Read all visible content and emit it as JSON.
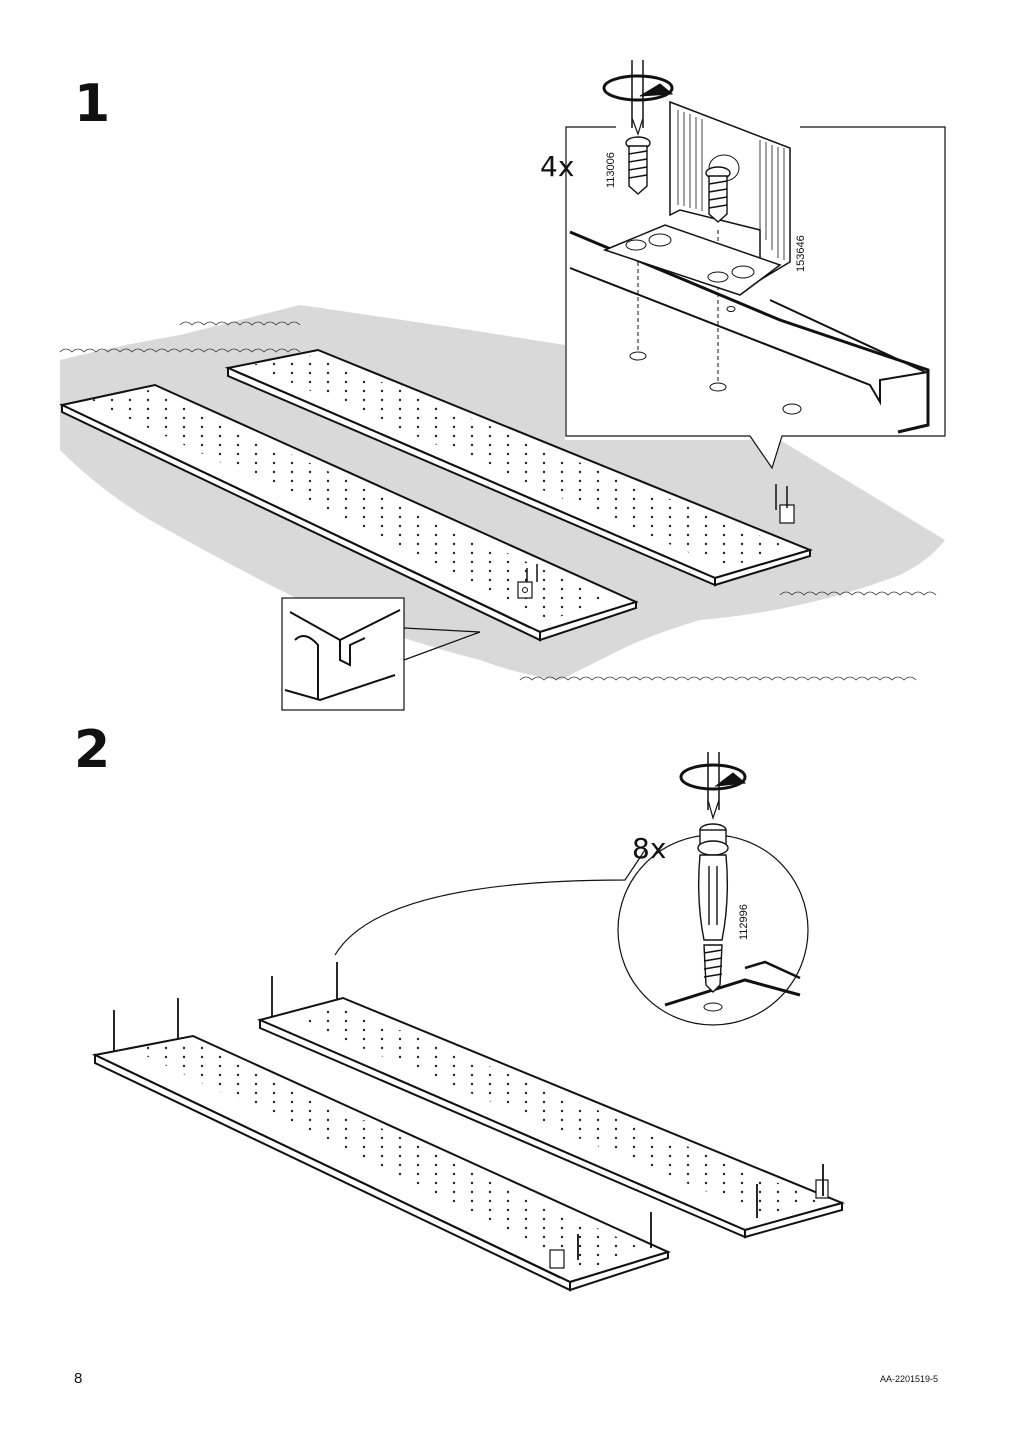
{
  "page": {
    "page_number": "8",
    "document_code": "AA-2201519-5"
  },
  "step1": {
    "number": "1",
    "quantity": "4x",
    "screw_part_number": "113006",
    "bracket_part_number": "153646"
  },
  "step2": {
    "number": "2",
    "quantity": "8x",
    "dowel_part_number": "112996"
  }
}
